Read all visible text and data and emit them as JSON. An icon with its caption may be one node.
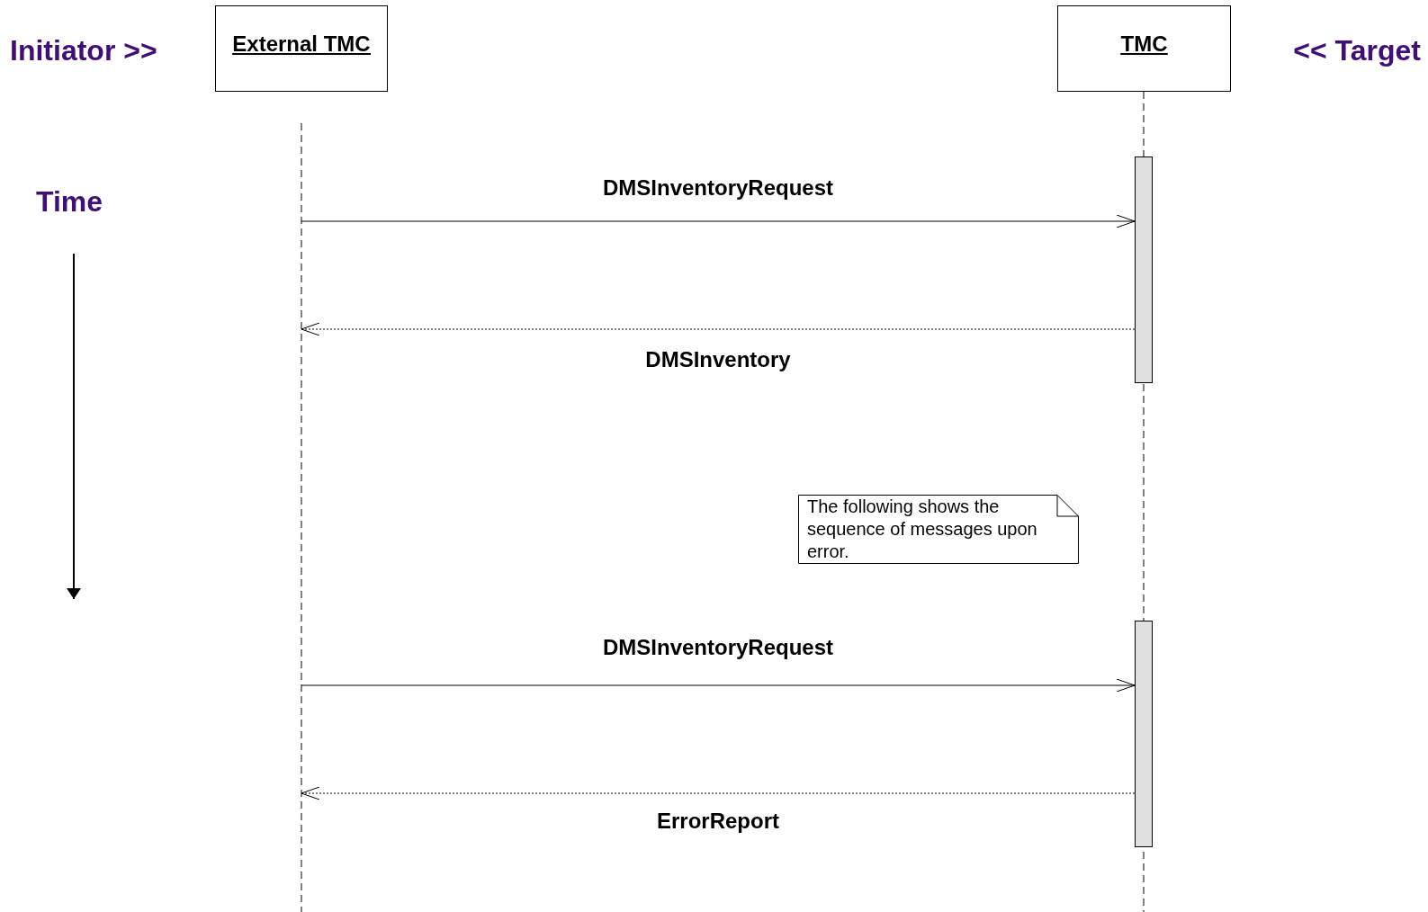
{
  "diagram": {
    "nodes": [
      {
        "text": [
          "External TMC"
        ]
      },
      {
        "text": [
          "TMC"
        ]
      },
      {
        "text": [],
        "shape": "bar"
      },
      {
        "text": [],
        "shape": "bar"
      },
      {
        "text": [
          "The following shows the sequence of messages upon error."
        ]
      }
    ],
    "edges": [
      {
        "from": 0,
        "to": 2,
        "arrow": "to",
        "label": "DMSInventoryRequest"
      },
      {
        "from": 2,
        "to": 0,
        "arrow": "to",
        "label": "DMSInventory",
        "style": "dashed"
      },
      {
        "from": 0,
        "to": 3,
        "arrow": "to",
        "label": "DMSInventoryRequest"
      },
      {
        "from": 3,
        "to": 0,
        "arrow": "to",
        "label": "ErrorReport",
        "style": "dashed"
      }
    ],
    "labels": [
      "Initiator >>",
      "<< Target",
      "Time"
    ]
  }
}
